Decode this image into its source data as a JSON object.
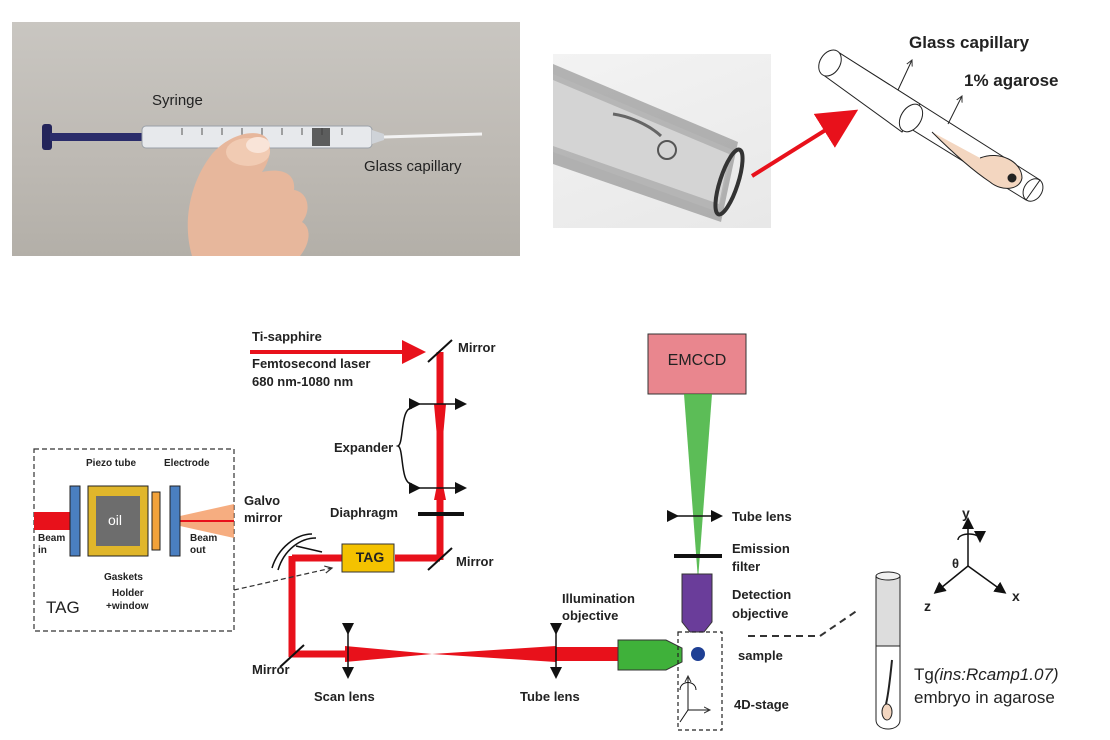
{
  "photo1": {
    "syringe_label": "Syringe",
    "capillary_label": "Glass capillary"
  },
  "schematic_top": {
    "capillary_label": "Glass capillary",
    "agarose_label": "1% agarose"
  },
  "diagram": {
    "laser_line1": "Ti-sapphire",
    "laser_line2": "Femtosecond laser",
    "laser_line3": "680 nm-1080 nm",
    "mirror_top": "Mirror",
    "expander": "Expander",
    "diaphragm": "Diaphragm",
    "galvo_line1": "Galvo",
    "galvo_line2": "mirror",
    "tag_box": "TAG",
    "mirror_mid": "Mirror",
    "mirror_low": "Mirror",
    "scan_lens": "Scan lens",
    "tube_lens_bottom": "Tube lens",
    "illum_line1": "Illumination",
    "illum_line2": "objective",
    "emccd": "EMCCD",
    "tube_lens_right": "Tube lens",
    "emission_line1": "Emission",
    "emission_line2": "filter",
    "detection_line1": "Detection",
    "detection_line2": "objective",
    "sample": "sample",
    "stage": "4D-stage",
    "embryo_line1_a": "Tg",
    "embryo_line1_b": "(ins:Rcamp1.07)",
    "embryo_line2": "embryo in agarose",
    "axis_y": "y",
    "axis_x": "x",
    "axis_z": "z",
    "axis_theta": "θ"
  },
  "tag_inset": {
    "piezo": "Piezo tube",
    "electrode": "Electrode",
    "oil": "oil",
    "beam_in_1": "Beam",
    "beam_in_2": "in",
    "beam_out_1": "Beam",
    "beam_out_2": "out",
    "gaskets": "Gaskets",
    "holder_1": "Holder",
    "holder_2": "+window",
    "title": "TAG"
  },
  "colors": {
    "beam": "#e8111b",
    "green": "#3fb13a",
    "emccd": "#e9868e",
    "tag": "#f4c200",
    "objective": "#6a3d9a"
  }
}
